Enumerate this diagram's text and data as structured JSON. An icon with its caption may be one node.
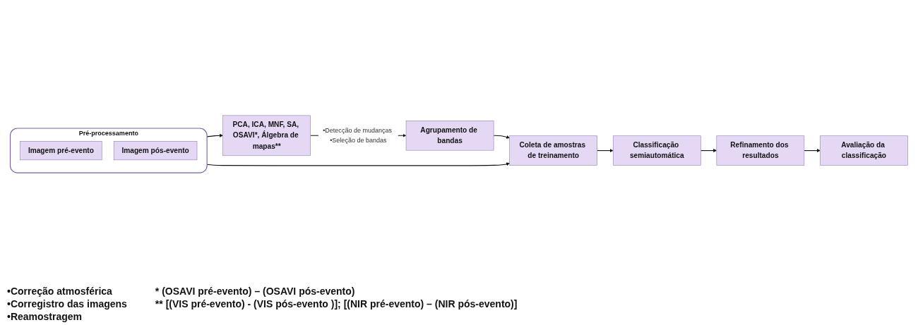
{
  "diagram": {
    "nodes": [
      {
        "text": [
          "Pré-processamento"
        ]
      },
      {
        "text": [
          "Imagem pré-evento"
        ],
        "in": 0
      },
      {
        "text": [
          "Imagem pós-evento"
        ],
        "in": 0
      },
      {
        "text": [
          "Coleta de amostras de treinamento"
        ]
      },
      {
        "text": [
          "Classificação semiautomática"
        ]
      },
      {
        "text": [
          "Refinamento dos resultados"
        ]
      },
      {
        "text": [
          "PCA, ICA, MNF, SA, OSAVI*, Álgebra de mapas**"
        ]
      },
      {
        "text": [
          "Agrupamento de bandas"
        ]
      },
      {
        "text": [
          "Avaliação da classificação"
        ]
      }
    ],
    "edges": [
      {
        "from": 0,
        "to": 3,
        "arrow": "to"
      },
      {
        "from": 0,
        "to": 6,
        "arrow": "to"
      },
      {
        "from": 3,
        "to": 4,
        "arrow": "to"
      },
      {
        "from": 4,
        "to": 5,
        "arrow": "to"
      },
      {
        "from": 5,
        "to": 8,
        "arrow": "to"
      },
      {
        "from": 6,
        "to": 7,
        "arrow": "to",
        "label": "•Detecção de mudanças •Seleção de bandas"
      },
      {
        "from": 7,
        "to": 3,
        "arrow": "to"
      }
    ],
    "labels": [
      "•Correção atmosférica",
      "•Corregistro das imagens",
      "•Reamostragem",
      "* (OSAVI pré-evento) – (OSAVI pós-evento)",
      "** [(VIS pré-evento) - (VIS pós-evento )]; [(NIR pré-evento) – (NIR pós-evento)]"
    ]
  }
}
